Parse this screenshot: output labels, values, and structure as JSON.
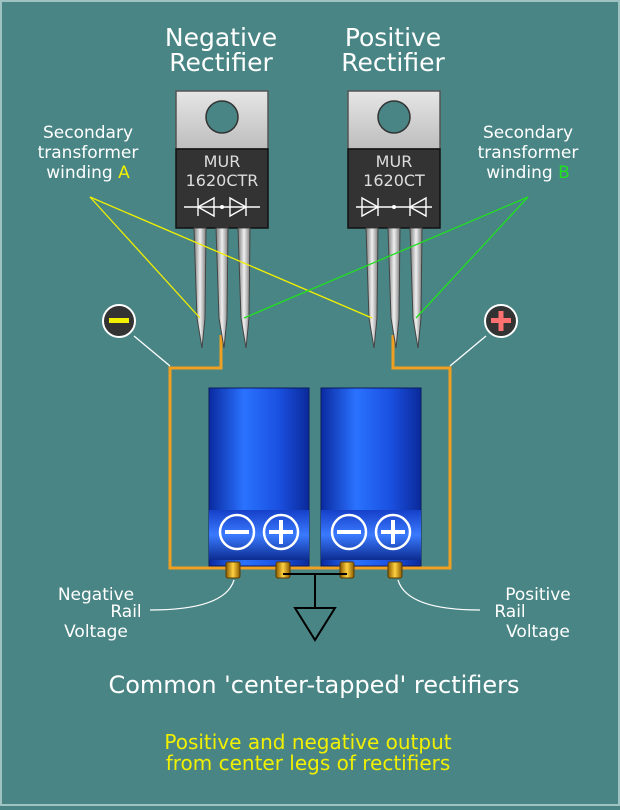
{
  "titles": {
    "negative_line1": "Negative",
    "negative_line2": "Rectifier",
    "positive_line1": "Positive",
    "positive_line2": "Rectifier"
  },
  "winding_a": {
    "line1": "Secondary",
    "line2": "transformer",
    "line3_prefix": "winding",
    "letter": "A"
  },
  "winding_b": {
    "line1": "Secondary",
    "line2": "transformer",
    "line3_prefix": "winding",
    "letter": "B"
  },
  "rectifier_left": {
    "brand": "MUR",
    "part": "1620CTR"
  },
  "rectifier_right": {
    "brand": "MUR",
    "part": "1620CT"
  },
  "symbols": {
    "minus": "−",
    "plus": "+"
  },
  "negative_rail": {
    "line1": "Negative",
    "line2": "Rail",
    "line3": "Voltage"
  },
  "positive_rail": {
    "line1": "Positive",
    "line2": "Rail",
    "line3": "Voltage"
  },
  "caption": "Common 'center-tapped' rectifiers",
  "note": {
    "line1": "Positive and negative output",
    "line2": "from center legs of rectifiers"
  },
  "colors": {
    "background": "#4a8585",
    "border": "#9fc3c3",
    "wire": "#f0a020",
    "winding_a": "#f0f000",
    "winding_b": "#20e020",
    "capacitor": "#1e5ae0",
    "minus_badge": "#f0f000",
    "plus_badge": "#ff7070"
  }
}
